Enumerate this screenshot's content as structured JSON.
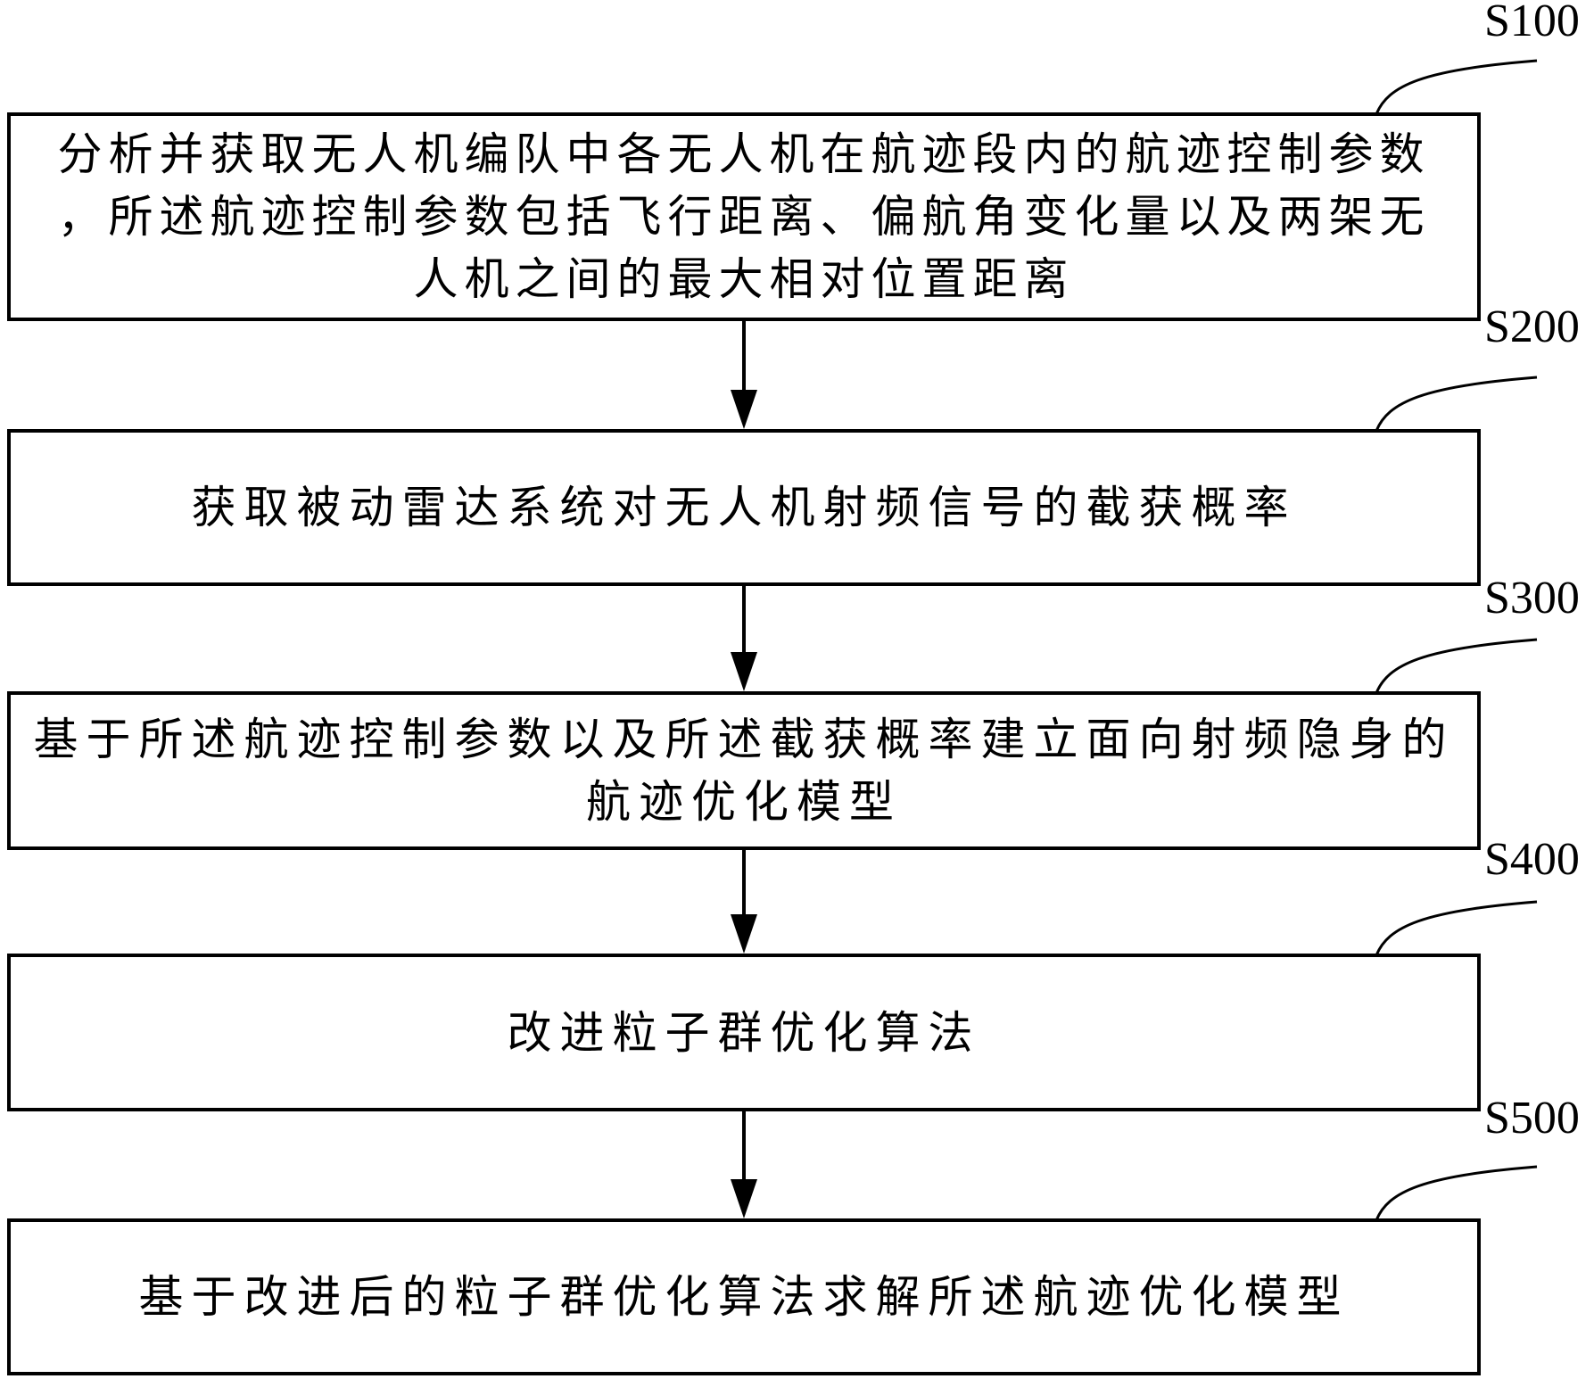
{
  "diagram": {
    "title": "UAV formation trajectory optimization flowchart",
    "colors": {
      "line": "#000000",
      "background": "#ffffff",
      "text": "#000000"
    },
    "boxes": [
      {
        "step": "S100",
        "text": "分析并获取无人机编队中各无人机在航迹段内的航迹控制参数，所述航迹控制参数包括飞行距离、偏航角变化量以及两架无人机之间的最大相对位置距离",
        "lines": [
          "分析并获取无人机编队中各无人机在航迹段内的航迹控制参数",
          "，所述航迹控制参数包括飞行距离、偏航角变化量以及两架无",
          "人机之间的最大相对位置距离"
        ]
      },
      {
        "step": "S200",
        "text": "获取被动雷达系统对无人机射频信号的截获概率",
        "lines": [
          "获取被动雷达系统对无人机射频信号的截获概率"
        ]
      },
      {
        "step": "S300",
        "text": "基于所述航迹控制参数以及所述截获概率建立面向射频隐身的航迹优化模型",
        "lines": [
          "基于所述航迹控制参数以及所述截获概率建立面向射频隐身的",
          "航迹优化模型"
        ]
      },
      {
        "step": "S400",
        "text": "改进粒子群优化算法",
        "lines": [
          "改进粒子群优化算法"
        ]
      },
      {
        "step": "S500",
        "text": "基于改进后的粒子群优化算法求解所述航迹优化模型",
        "lines": [
          "基于改进后的粒子群优化算法求解所述航迹优化模型"
        ]
      }
    ]
  }
}
